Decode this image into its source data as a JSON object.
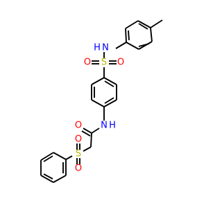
{
  "molecule": {
    "atoms": {
      "N_sulfonamide": {
        "text": "N",
        "color": "#0000ff"
      },
      "H_sulfonamide": {
        "text": "H",
        "color": "#0000ff"
      },
      "S_sulfonamide": {
        "text": "S",
        "color": "#b8b800"
      },
      "O_sulfonamide_left": {
        "text": "O",
        "color": "#ff0000"
      },
      "O_sulfonamide_right": {
        "text": "O",
        "color": "#ff0000"
      },
      "N_amide": {
        "text": "N",
        "color": "#0000ff"
      },
      "H_amide": {
        "text": "H",
        "color": "#0000ff"
      },
      "O_carbonyl": {
        "text": "O",
        "color": "#ff0000"
      },
      "S_sulfone": {
        "text": "S",
        "color": "#b8b800"
      },
      "O_sulfone_top": {
        "text": "O",
        "color": "#ff0000"
      },
      "O_sulfone_bottom": {
        "text": "O",
        "color": "#ff0000"
      }
    }
  }
}
